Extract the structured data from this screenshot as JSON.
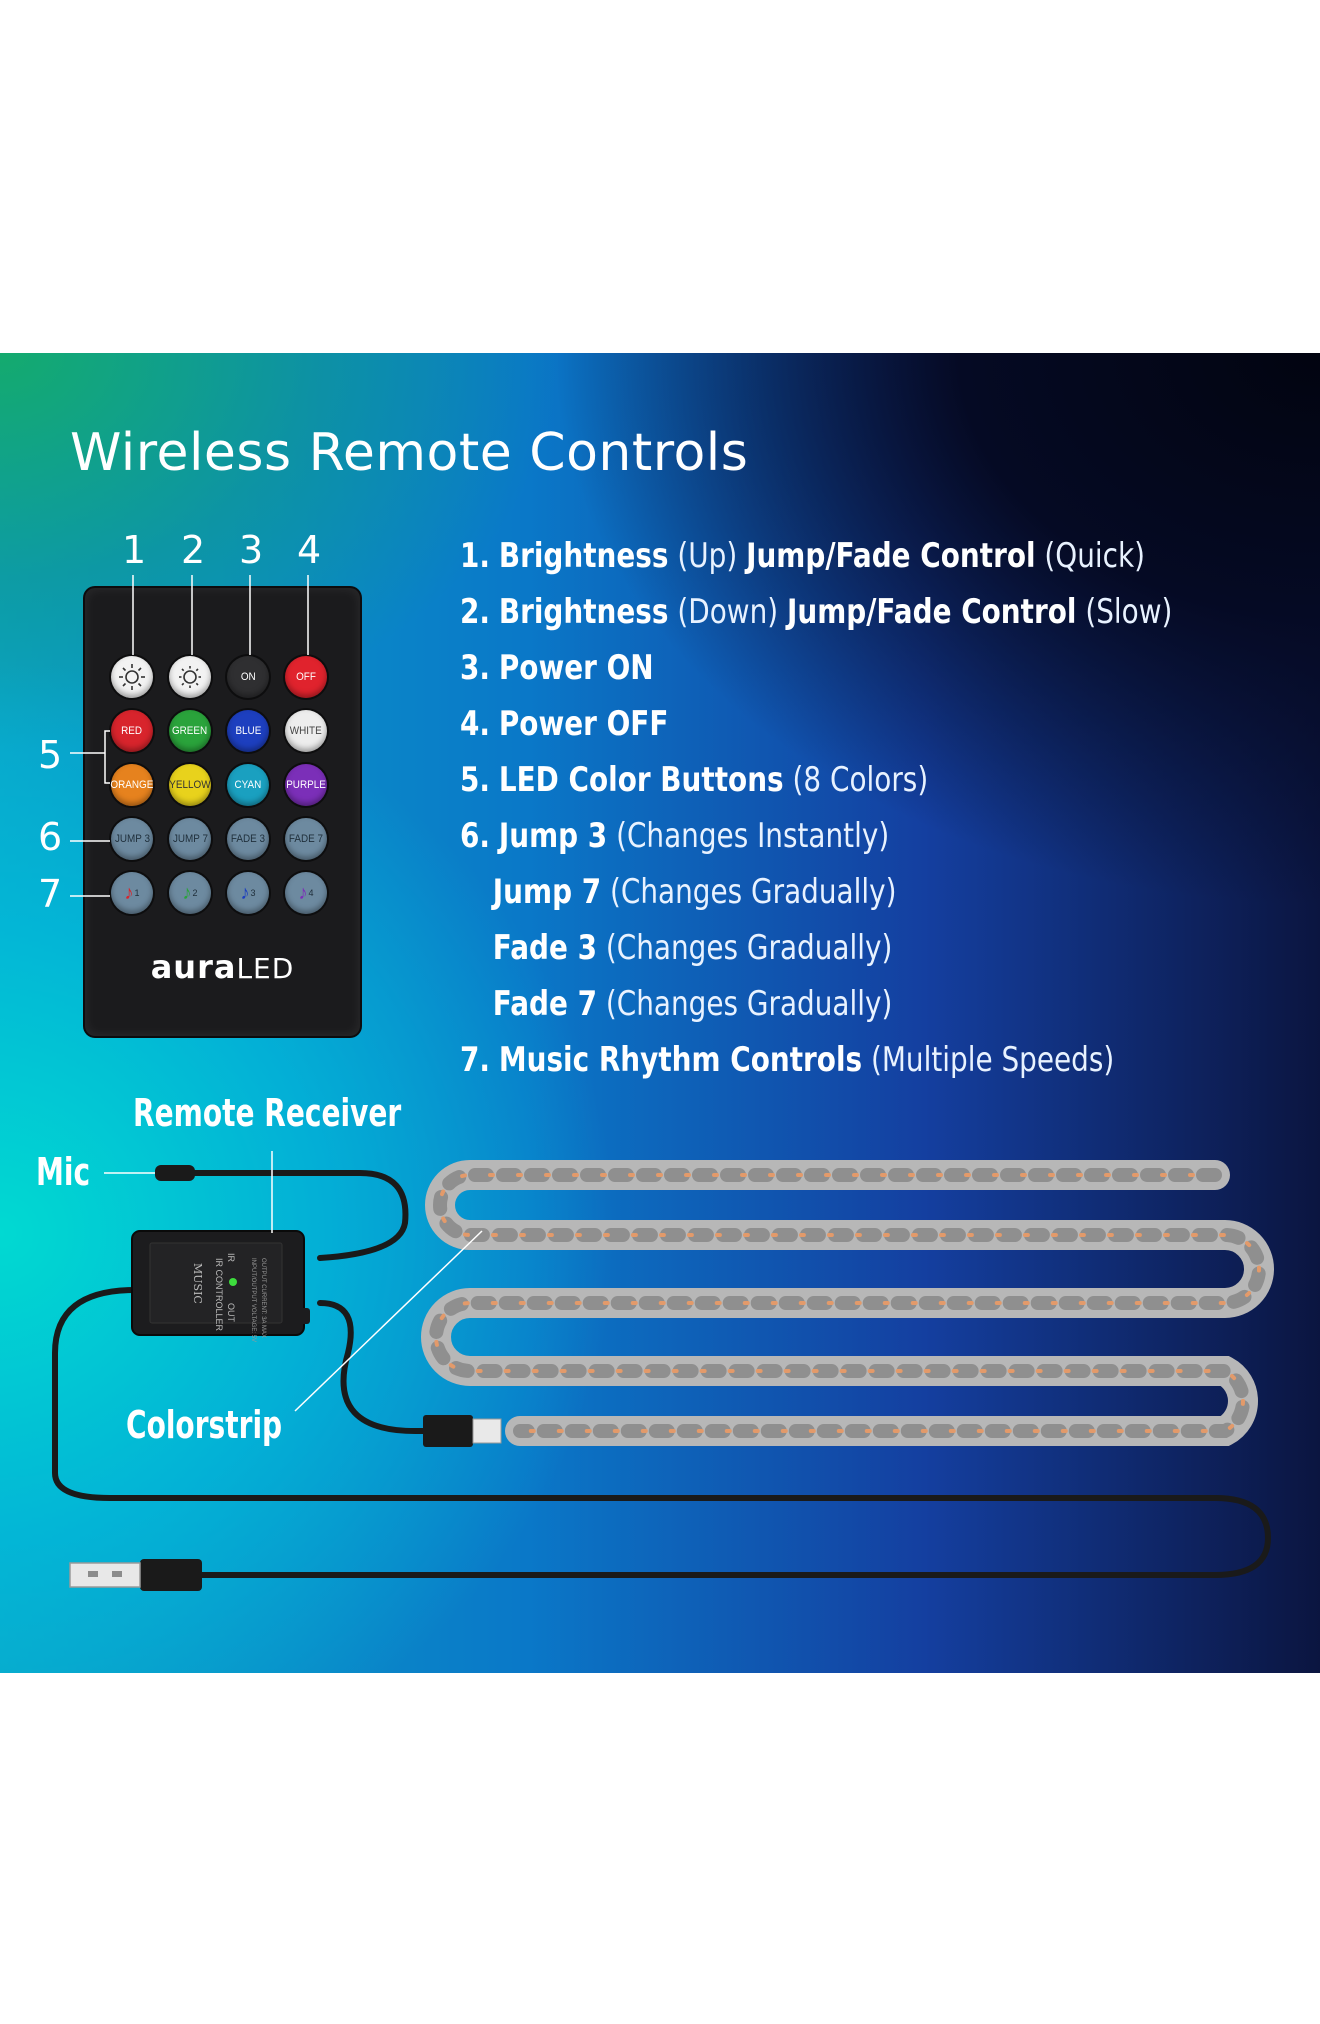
{
  "title": "Wireless Remote Controls",
  "remote": {
    "column_numbers": [
      "1",
      "2",
      "3",
      "4"
    ],
    "row_numbers": {
      "colors": "5",
      "jump_fade": "6",
      "music": "7"
    },
    "buttons_row1": [
      "",
      "",
      "ON",
      "OFF"
    ],
    "buttons_colors": [
      "RED",
      "GREEN",
      "BLUE",
      "WHITE",
      "ORANGE",
      "YELLOW",
      "CYAN",
      "PURPLE"
    ],
    "buttons_mode": [
      "JUMP 3",
      "JUMP 7",
      "FADE 3",
      "FADE 7"
    ],
    "button_icons": {
      "row1": [
        "brightness-up-icon",
        "brightness-down-icon"
      ],
      "music": [
        "music-note-icon",
        "music-note-icon",
        "music-note-icon",
        "music-note-icon"
      ]
    },
    "music_subscripts": [
      "1",
      "2",
      "3",
      "4"
    ],
    "brand_bold": "aura",
    "brand_light": "LED",
    "colors": {
      "RED": "#d8242c",
      "GREEN": "#2aa33b",
      "BLUE": "#1d3fbf",
      "WHITE": "#ededed",
      "ORANGE": "#e6821e",
      "YELLOW": "#e8d21c",
      "CYAN": "#1aa0c0",
      "PURPLE": "#7b2fb8",
      "OFF": "#e0232d",
      "ON": "#2b2b2b"
    }
  },
  "legend": [
    {
      "num": "1.",
      "bold1": "Brightness",
      "light1": "(Up)",
      "bold2": "Jump/Fade Control",
      "light2": "(Quick)"
    },
    {
      "num": "2.",
      "bold1": "Brightness",
      "light1": "(Down)",
      "bold2": "Jump/Fade Control",
      "light2": "(Slow)"
    },
    {
      "num": "3.",
      "bold1": "Power ON"
    },
    {
      "num": "4.",
      "bold1": "Power OFF"
    },
    {
      "num": "5.",
      "bold1": "LED Color Buttons",
      "light1": "(8 Colors)"
    },
    {
      "num": "6.",
      "bold1": "Jump 3",
      "light1": "(Changes  Instantly)"
    },
    {
      "num": "",
      "bold1": "Jump 7",
      "light1": "(Changes  Gradually)"
    },
    {
      "num": "",
      "bold1": "Fade 3",
      "light1": "(Changes  Gradually)"
    },
    {
      "num": "",
      "bold1": "Fade 7",
      "light1": "(Changes  Gradually)"
    },
    {
      "num": "7.",
      "bold1": "Music Rhythm Controls",
      "light1": "(Multiple Speeds)"
    }
  ],
  "diagram": {
    "remote_receiver_label": "Remote Receiver",
    "mic_label": "Mic",
    "colorstrip_label": "Colorstrip",
    "receiver_text": {
      "line1": "IR CONTROLLER",
      "line2": "MUSIC",
      "line3": "OUT",
      "line4": "IR",
      "line5": "INPUT/OUTPUT VOLTAGE: 5V",
      "line6": "OUTPUT CURRENT: 3A MAX"
    }
  }
}
